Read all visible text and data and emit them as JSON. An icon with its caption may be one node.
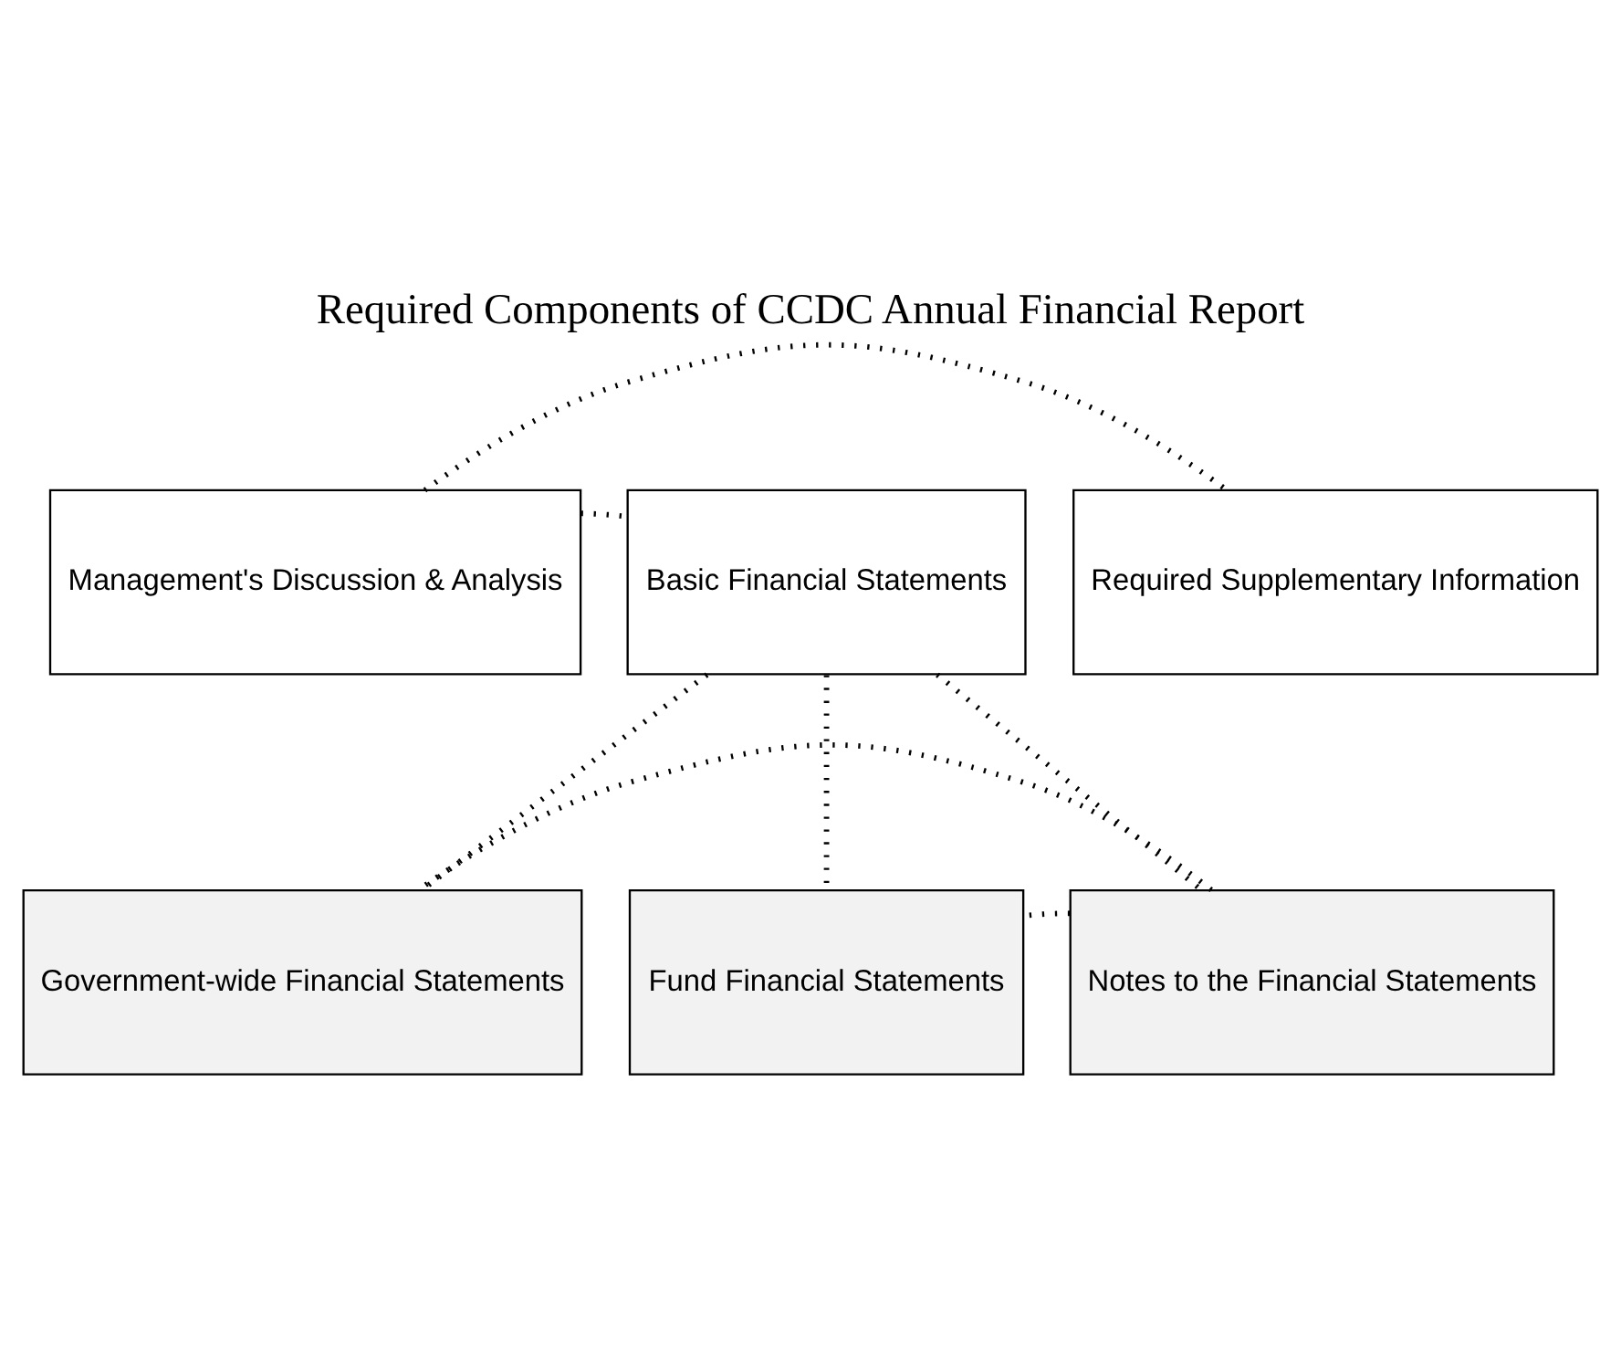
{
  "diagram": {
    "title": "Required Components of CCDC Annual Financial Report",
    "nodes": [
      {
        "text": [
          "Management's Discussion & Analysis"
        ]
      },
      {
        "text": [
          "Basic Financial Statements"
        ]
      },
      {
        "text": [
          "Required Supplementary Information"
        ]
      },
      {
        "text": [
          "Government-wide Financial Statements"
        ]
      },
      {
        "text": [
          "Fund Financial Statements"
        ]
      },
      {
        "text": [
          "Notes to the Financial Statements"
        ]
      }
    ],
    "edges": [
      {
        "from": 0,
        "to": 1,
        "arrow": "none",
        "style": "dashed"
      },
      {
        "from": 0,
        "to": 2,
        "arrow": "none",
        "style": "dashed"
      },
      {
        "from": 1,
        "to": 3,
        "arrow": "none",
        "style": "dashed"
      },
      {
        "from": 1,
        "to": 4,
        "arrow": "none",
        "style": "dashed"
      },
      {
        "from": 1,
        "to": 5,
        "arrow": "none",
        "style": "dashed"
      },
      {
        "from": 5,
        "to": 3,
        "arrow": "none",
        "style": "dashed"
      },
      {
        "from": 5,
        "to": 4,
        "arrow": "none",
        "style": "dashed"
      }
    ]
  }
}
